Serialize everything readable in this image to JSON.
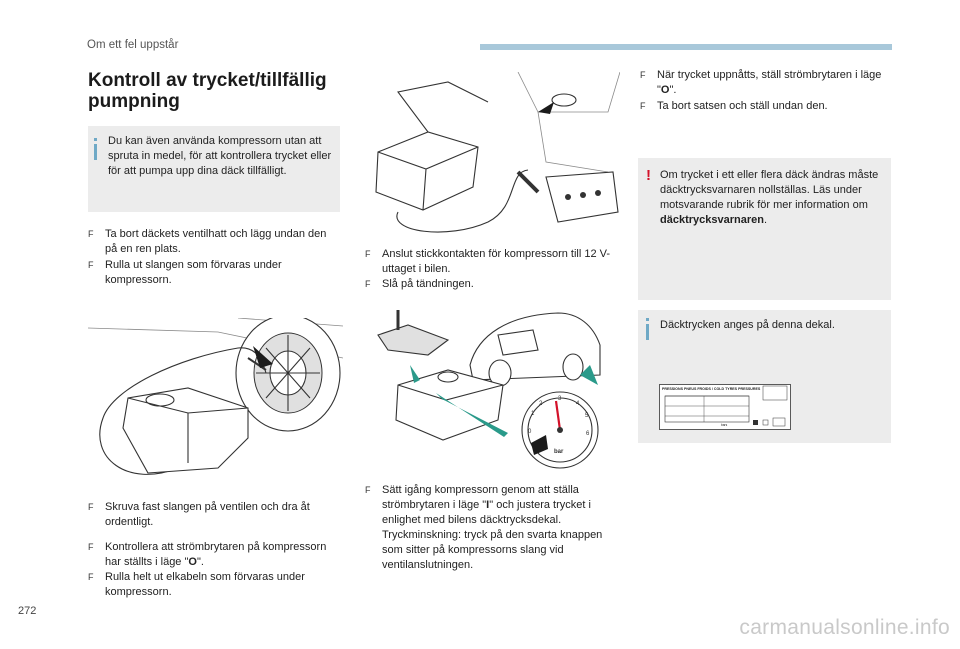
{
  "header": {
    "section": "Om ett fel uppstår",
    "accent_color": "#a8c8da"
  },
  "title": "Kontroll av trycket/tillfällig pumpning",
  "col1": {
    "info": "Du kan även använda kompressorn utan att spruta in medel, för att kontrollera trycket eller för att pumpa upp dina däck tillfälligt.",
    "bullets1": [
      "Ta bort däckets ventilhatt och lägg undan den på en ren plats.",
      "Rulla ut slangen som förvaras under kompressorn."
    ],
    "bullets2": [
      "Skruva fast slangen på ventilen och dra åt ordentligt."
    ],
    "bullets3": [
      {
        "pre": "Kontrollera att strömbrytaren på kompressorn har ställts i läge \"",
        "bold": "O",
        "post": "\"."
      },
      {
        "pre": "Rulla helt ut elkabeln som förvaras under kompressorn.",
        "bold": "",
        "post": ""
      }
    ]
  },
  "col2": {
    "bullets1": [
      "Anslut stickkontakten för kompressorn till 12 V-uttaget i bilen.",
      "Slå på tändningen."
    ],
    "bullets2": [
      {
        "pre": "Sätt igång kompressorn genom att ställa strömbrytaren i läge \"",
        "bold": "I",
        "post": "\" och justera trycket i enlighet med bilens däcktrycksdekal. Tryckminskning: tryck på den svarta knappen som sitter på kompressorns slang vid ventilanslutningen."
      }
    ],
    "gauge_unit": "bar",
    "gauge_ticks": [
      "1",
      "2",
      "3",
      "4",
      "5",
      "6",
      "0"
    ]
  },
  "col3": {
    "bullets1": [
      {
        "pre": "När trycket uppnåtts, ställ strömbrytaren i läge \"",
        "bold": "O",
        "post": "\"."
      },
      {
        "pre": "Ta bort satsen och ställ undan den.",
        "bold": "",
        "post": ""
      }
    ],
    "warning": {
      "pre": "Om trycket i ett eller flera däck ändras måste däcktrycksvarnaren nollställas. Läs under motsvarande rubrik för mer information om ",
      "bold": "däcktrycksvarnaren",
      "post": "."
    },
    "info": "Däcktrycken anges på denna dekal.",
    "label_heading": "PRESSIONS PNEUS FROIDS / COLD TYRES PRESSURES",
    "label_unit": "bars"
  },
  "page_number": "272",
  "watermark": "carmanualsonline.info",
  "colors": {
    "info": "#6fa9c6",
    "warning": "#d3122a",
    "box": "#ececec"
  }
}
